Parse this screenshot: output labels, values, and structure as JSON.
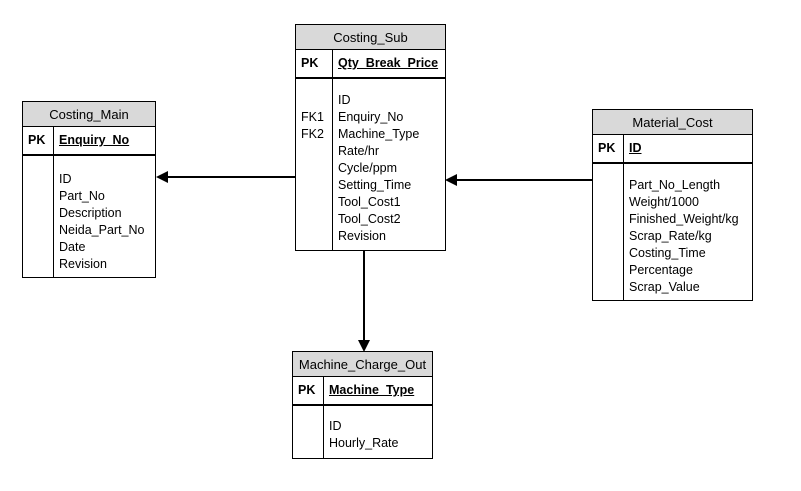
{
  "entities": {
    "costing_sub": {
      "title": "Costing_Sub",
      "pk_label": "PK",
      "pk_field": "Qty_Break_Price",
      "fk_labels": [
        "",
        "FK1",
        "FK2",
        "",
        "",
        "",
        "",
        "",
        ""
      ],
      "fields": [
        "ID",
        "Enquiry_No",
        "Machine_Type",
        "Rate/hr",
        "Cycle/ppm",
        "Setting_Time",
        "Tool_Cost1",
        "Tool_Cost2",
        "Revision"
      ]
    },
    "costing_main": {
      "title": "Costing_Main",
      "pk_label": "PK",
      "pk_field": "Enquiry_No",
      "fields": [
        "ID",
        "Part_No",
        "Description",
        "Neida_Part_No",
        "Date",
        "Revision"
      ]
    },
    "material_cost": {
      "title": "Material_Cost",
      "pk_label": "PK",
      "pk_field": "ID",
      "fields": [
        "Part_No_Length",
        "Weight/1000",
        "Finished_Weight/kg",
        "Scrap_Rate/kg",
        "Costing_Time",
        "Percentage",
        "Scrap_Value"
      ]
    },
    "machine_charge_out": {
      "title": "Machine_Charge_Out",
      "pk_label": "PK",
      "pk_field": "Machine_Type",
      "fields": [
        "ID",
        "Hourly_Rate"
      ]
    }
  },
  "relationships": [
    {
      "from": "costing_sub",
      "to": "costing_main"
    },
    {
      "from": "material_cost",
      "to": "costing_sub"
    },
    {
      "from": "costing_sub",
      "to": "machine_charge_out"
    }
  ]
}
